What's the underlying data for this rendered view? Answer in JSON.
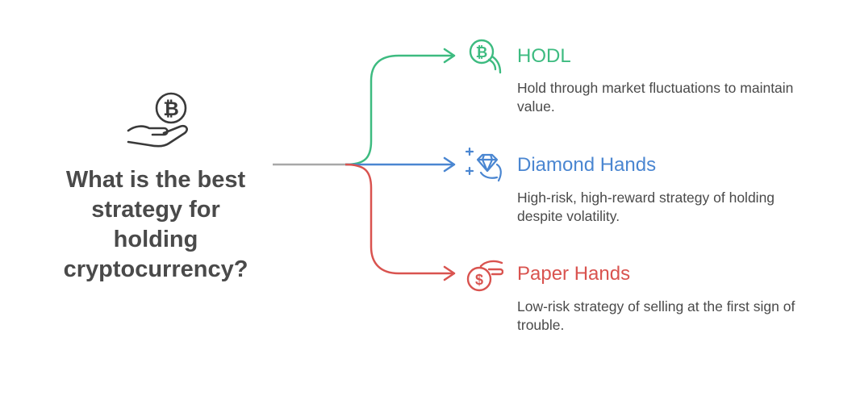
{
  "question": {
    "line1": "What is the best",
    "line2": "strategy for",
    "line3": "holding",
    "line4": "cryptocurrency?"
  },
  "central_icon": "bitcoin-hand-icon",
  "options": [
    {
      "title": "HODL",
      "description": "Hold through market fluctuations to maintain value.",
      "icon": "bitcoin-hand-icon",
      "color": "#3dbb80"
    },
    {
      "title": "Diamond Hands",
      "description": "High-risk, high-reward strategy of holding despite volatility.",
      "icon": "diamond-hand-icon",
      "color": "#4a86d1"
    },
    {
      "title": "Paper Hands",
      "description": "Low-risk strategy of selling at the first sign of trouble.",
      "icon": "dollar-hand-icon",
      "color": "#d9534f"
    }
  ],
  "colors": {
    "stem": "#a8a8a8",
    "text": "#4a4a4a"
  }
}
